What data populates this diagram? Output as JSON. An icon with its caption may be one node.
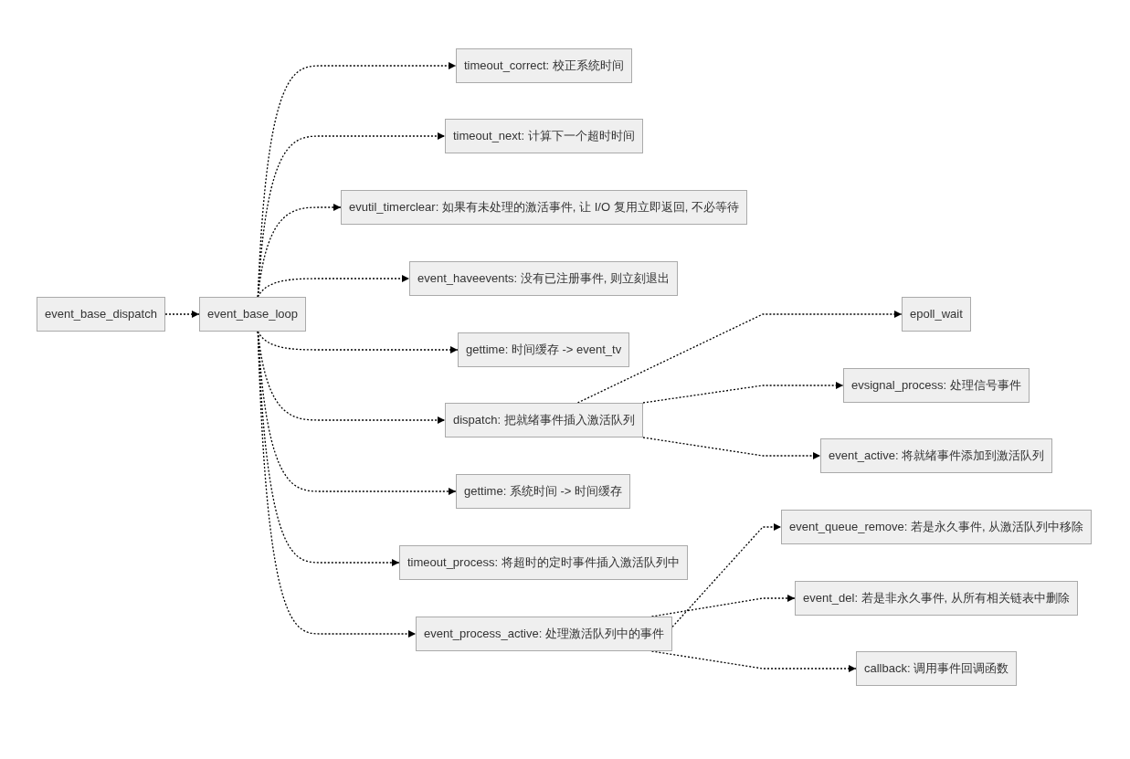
{
  "diagram": {
    "nodes": [
      {
        "text": [
          "event_base_dispatch"
        ]
      },
      {
        "text": [
          "event_base_loop"
        ]
      },
      {
        "text": [
          "timeout_correct: 校正系统时间"
        ]
      },
      {
        "text": [
          "timeout_next: 计算下一个超时时间"
        ]
      },
      {
        "text": [
          "evutil_timerclear: 如果有未处理的激活事件, 让 I/O 复用立即返回, 不必等待"
        ]
      },
      {
        "text": [
          "event_haveevents: 没有已注册事件, 则立刻退出"
        ]
      },
      {
        "text": [
          "gettime: 时间缓存 -> event_tv"
        ]
      },
      {
        "text": [
          "dispatch: 把就绪事件插入激活队列"
        ]
      },
      {
        "text": [
          "gettime: 系统时间 -> 时间缓存"
        ]
      },
      {
        "text": [
          "timeout_process: 将超时的定时事件插入激活队列中"
        ]
      },
      {
        "text": [
          "event_process_active: 处理激活队列中的事件"
        ]
      },
      {
        "text": [
          "epoll_wait"
        ]
      },
      {
        "text": [
          "evsignal_process: 处理信号事件"
        ]
      },
      {
        "text": [
          "event_active: 将就绪事件添加到激活队列"
        ]
      },
      {
        "text": [
          "event_queue_remove: 若是永久事件, 从激活队列中移除"
        ]
      },
      {
        "text": [
          "event_del: 若是非永久事件, 从所有相关链表中删除"
        ]
      },
      {
        "text": [
          "callback: 调用事件回调函数"
        ]
      }
    ],
    "edges": [
      {
        "from": 0,
        "to": 1,
        "arrow": "to",
        "style": "dashed"
      },
      {
        "from": 1,
        "to": 2,
        "arrow": "to",
        "style": "dashed"
      },
      {
        "from": 1,
        "to": 3,
        "arrow": "to",
        "style": "dashed"
      },
      {
        "from": 1,
        "to": 4,
        "arrow": "to",
        "style": "dashed"
      },
      {
        "from": 1,
        "to": 5,
        "arrow": "to",
        "style": "dashed"
      },
      {
        "from": 1,
        "to": 6,
        "arrow": "to",
        "style": "dashed"
      },
      {
        "from": 1,
        "to": 7,
        "arrow": "to",
        "style": "dashed"
      },
      {
        "from": 1,
        "to": 8,
        "arrow": "to",
        "style": "dashed"
      },
      {
        "from": 1,
        "to": 9,
        "arrow": "to",
        "style": "dashed"
      },
      {
        "from": 1,
        "to": 10,
        "arrow": "to",
        "style": "dashed"
      },
      {
        "from": 7,
        "to": 11,
        "arrow": "to",
        "style": "dashed"
      },
      {
        "from": 7,
        "to": 12,
        "arrow": "to",
        "style": "dashed"
      },
      {
        "from": 7,
        "to": 13,
        "arrow": "to",
        "style": "dashed"
      },
      {
        "from": 10,
        "to": 14,
        "arrow": "to",
        "style": "dashed"
      },
      {
        "from": 10,
        "to": 15,
        "arrow": "to",
        "style": "dashed"
      },
      {
        "from": 10,
        "to": 16,
        "arrow": "to",
        "style": "dashed"
      }
    ]
  }
}
